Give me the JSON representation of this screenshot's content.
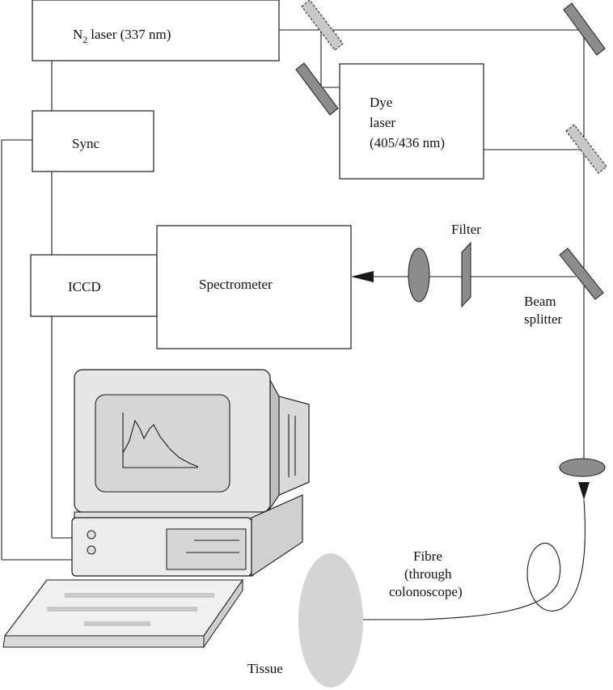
{
  "labels": {
    "n2_laser": "laser (337 nm)",
    "n2_symbol": "N",
    "n2_subscript": "2",
    "dye_laser_line1": "Dye",
    "dye_laser_line2": "laser",
    "dye_laser_line3": "(405/436 nm)",
    "sync": "Sync",
    "iccd": "ICCD",
    "spectrometer": "Spectrometer",
    "filter": "Filter",
    "beam_splitter_line1": "Beam",
    "beam_splitter_line2": "splitter",
    "fibre_line1": "Fibre",
    "fibre_line2": "(through",
    "fibre_line3": "colonoscope)",
    "tissue": "Tissue"
  },
  "colors": {
    "line": "#1a1a1a",
    "component_gray": "#8c8c8c",
    "tissue_gray": "#d4d4d4",
    "screen_gray": "#d6d6d6",
    "monitor_body": "#e6e6e6"
  }
}
